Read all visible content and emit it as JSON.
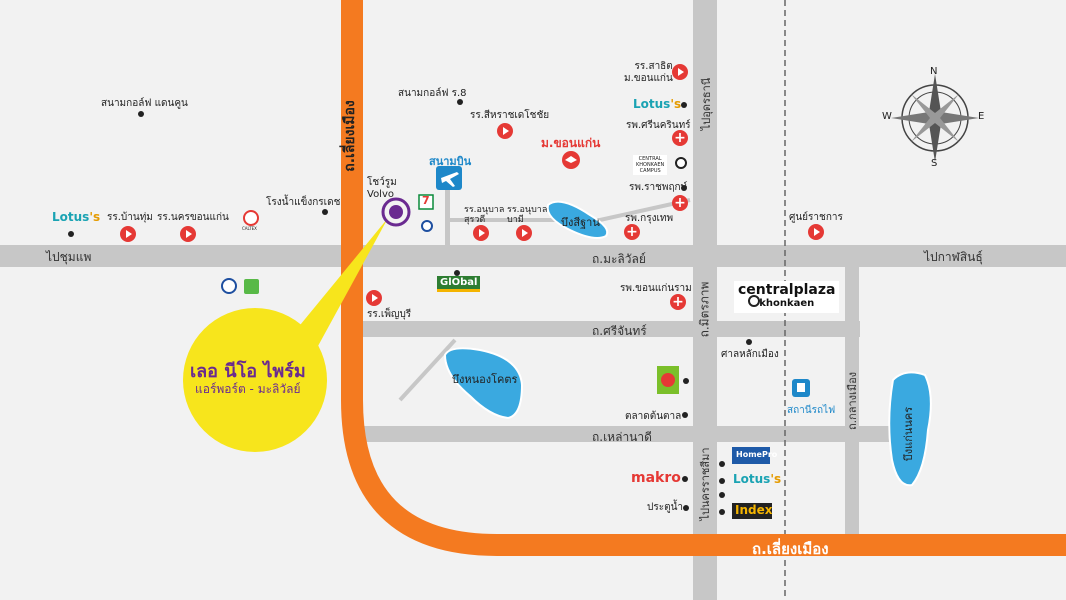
{
  "roads": {
    "liangmueang_v": "ถ.เลี่ยงเมือง",
    "liangmueang_h": "ถ.เลี่ยงเมือง",
    "mittraphap": "ถ.มิตรภาพ",
    "maliwan": "ถ.มะลิวัลย์",
    "srichan": "ถ.ศรีจันทร์",
    "lahanadi": "ถ.เหล่านาดี",
    "klangmueang": "ถ.กลางเมือง"
  },
  "directions": {
    "chumphae": "ไปชุมแพ",
    "kalasin": "ไปกาฬสินธุ์",
    "udon": "ไปอุดรธานี",
    "nakhonratchasima": "ไปนครราชสีมา"
  },
  "places": {
    "golf_daenkhun": "สนามกอล์ฟ แดนคูน",
    "golf_r8": "สนามกอล์ฟ ร.8",
    "school_sihart": "รร.สีหราชเดโชชัย",
    "school_sarit": "รร.สาธิต\nม.ขอนแก่น",
    "srinagarind": "รพ.ศรีนครินทร์",
    "kku": "ม.ขอนแก่น",
    "airport": "สนามบิน",
    "volvo": "โชว์รูม\nVolvo",
    "ice_factory": "โรงน้ำแข็งกรเดช",
    "ban_thum": "รร.บ้านทุ่ม",
    "nakhon_khonkaen": "รร.นครขอนแก่น",
    "anuban_surawadi": "รร.อนุบาล\nสุรวดี",
    "anuban_bamee": "รร.อนุบาล\nบามี",
    "bueng_sisan": "บึงสีฐาน",
    "rajaphruek": "รพ.ราชพฤกษ์",
    "bangkok_hosp": "รพ.กรุงเทพ",
    "government_center": "ศูนย์ราชการ",
    "khonkaen_ram": "รพ.ขอนแก่นราม",
    "phenyaburi": "รร.เพ็ญบุรี",
    "bueng_nongkhot": "บึงหนองโคตร",
    "city_pillar": "ศาลหลักเมือง",
    "railway": "สถานีรถไฟ",
    "market": "ตลาดต้นตาล",
    "pratunam": "ประตูน้ำ",
    "bueng_kaennakhon": "บึงแก่นนคร"
  },
  "brands": {
    "lotus_main": "Lotus",
    "lotus_suffix": "'s",
    "central_khonkaen_1": "CENTRAL",
    "central_khonkaen_2": "KHONKAEN",
    "central_khonkaen_3": "CAMPUS",
    "centralplaza_1": "centralplaza",
    "centralplaza_2": "khonkaen",
    "global": "GlObal",
    "makro": "makro",
    "homepro": "HomePro",
    "index": "Index",
    "caltex": "CALTEX",
    "seven": "7"
  },
  "project": {
    "name_1": "เลอ นีโอ",
    "name_2": "ไพร์ม",
    "subtitle": "แอร์พอร์ต - มะลิวัลย์"
  },
  "compass": {
    "n": "N",
    "s": "S",
    "e": "E",
    "w": "W"
  },
  "colors": {
    "orange_road": "#f47a20",
    "grey_road": "#c7c7c7",
    "lake": "#3aa9e0",
    "accent_red": "#e53935",
    "bubble": "#f7e51c",
    "background": "#f2f2f2"
  }
}
